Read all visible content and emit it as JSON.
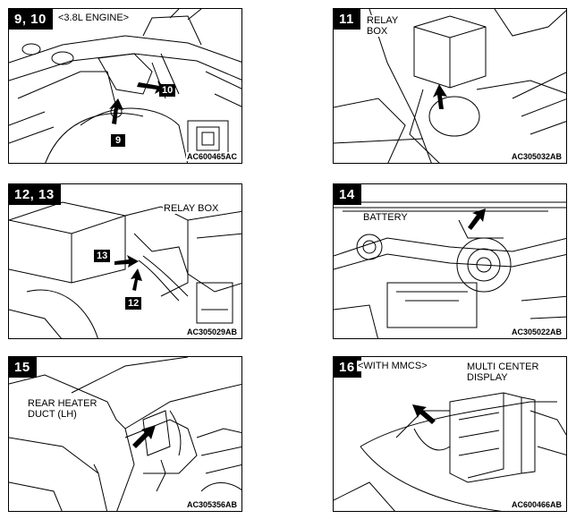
{
  "panels": [
    {
      "step": "9, 10",
      "condition": "<3.8L ENGINE>",
      "callouts": [
        "10",
        "9"
      ],
      "code": "AC600465AC"
    },
    {
      "step": "11",
      "label": "RELAY\nBOX",
      "code": "AC305032AB"
    },
    {
      "step": "12, 13",
      "label": "RELAY BOX",
      "callouts": [
        "13",
        "12"
      ],
      "code": "AC305029AB"
    },
    {
      "step": "14",
      "label": "BATTERY",
      "code": "AC305022AB"
    },
    {
      "step": "15",
      "label": "REAR HEATER\nDUCT (LH)",
      "code": "AC305356AB"
    },
    {
      "step": "16",
      "condition": "<WITH MMCS>",
      "label": "MULTI CENTER\nDISPLAY",
      "code": "AC600466AB"
    }
  ]
}
